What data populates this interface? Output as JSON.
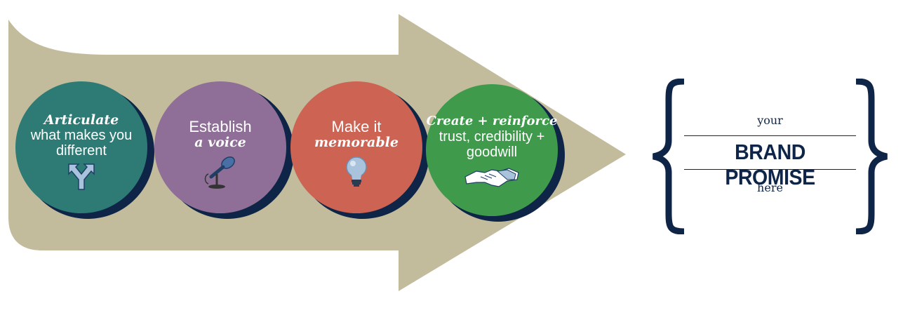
{
  "colors": {
    "arrow": "#c2bc9c",
    "shadow": "#0f2547",
    "step1": "#2e7b75",
    "step2": "#8f6f97",
    "step3": "#cd6352",
    "step4": "#3f9a4c",
    "promise": "#0f2547"
  },
  "steps": [
    {
      "emphasis": "Articulate",
      "text": "what makes you different",
      "icon": "fork-arrows-icon"
    },
    {
      "text": "Establish",
      "emphasis": "a voice",
      "icon": "microphone-icon"
    },
    {
      "text": "Make it",
      "emphasis": "memorable",
      "icon": "lightbulb-icon"
    },
    {
      "emphasis": "Create + reinforce",
      "text": "trust, credibility + goodwill",
      "icon": "handshake-icon"
    }
  ],
  "promise": {
    "top": "your",
    "title": "BRAND PROMISE",
    "bottom": "here"
  }
}
